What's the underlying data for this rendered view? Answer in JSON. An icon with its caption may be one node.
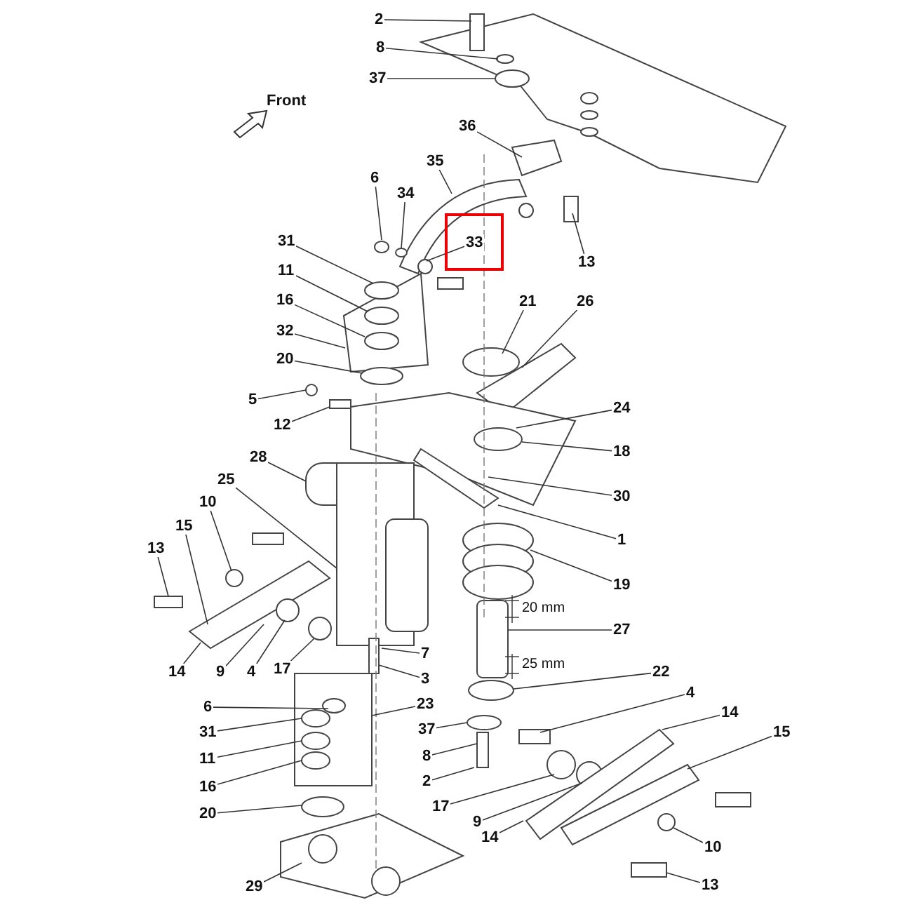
{
  "diagram": {
    "nodes": [
      {
        "text": [
          "2"
        ]
      },
      {
        "text": [
          "8"
        ]
      },
      {
        "text": [
          "37"
        ]
      },
      {
        "text": [
          "36"
        ]
      },
      {
        "text": [
          "35"
        ]
      },
      {
        "text": [
          "6"
        ]
      },
      {
        "text": [
          "34"
        ]
      },
      {
        "text": [
          "33"
        ]
      },
      {
        "text": [
          "13"
        ]
      },
      {
        "text": [
          "31"
        ]
      },
      {
        "text": [
          "11"
        ]
      },
      {
        "text": [
          "16"
        ]
      },
      {
        "text": [
          "32"
        ]
      },
      {
        "text": [
          "20"
        ]
      },
      {
        "text": [
          "21"
        ]
      },
      {
        "text": [
          "26"
        ]
      },
      {
        "text": [
          "5"
        ]
      },
      {
        "text": [
          "12"
        ]
      },
      {
        "text": [
          "24"
        ]
      },
      {
        "text": [
          "18"
        ]
      },
      {
        "text": [
          "28"
        ]
      },
      {
        "text": [
          "30"
        ]
      },
      {
        "text": [
          "25"
        ]
      },
      {
        "text": [
          "10"
        ]
      },
      {
        "text": [
          "15"
        ]
      },
      {
        "text": [
          "1"
        ]
      },
      {
        "text": [
          "13"
        ]
      },
      {
        "text": [
          "19"
        ]
      },
      {
        "text": [
          "27"
        ]
      },
      {
        "text": [
          "7"
        ]
      },
      {
        "text": [
          "3"
        ]
      },
      {
        "text": [
          "14"
        ]
      },
      {
        "text": [
          "9"
        ]
      },
      {
        "text": [
          "4"
        ]
      },
      {
        "text": [
          "17"
        ]
      },
      {
        "text": [
          "22"
        ]
      },
      {
        "text": [
          "6"
        ]
      },
      {
        "text": [
          "23"
        ]
      },
      {
        "text": [
          "4"
        ]
      },
      {
        "text": [
          "37"
        ]
      },
      {
        "text": [
          "14"
        ]
      },
      {
        "text": [
          "15"
        ]
      },
      {
        "text": [
          "31"
        ]
      },
      {
        "text": [
          "8"
        ]
      },
      {
        "text": [
          "11"
        ]
      },
      {
        "text": [
          "2"
        ]
      },
      {
        "text": [
          "16"
        ]
      },
      {
        "text": [
          "17"
        ]
      },
      {
        "text": [
          "9"
        ]
      },
      {
        "text": [
          "20"
        ]
      },
      {
        "text": [
          "14"
        ]
      },
      {
        "text": [
          "10"
        ]
      },
      {
        "text": [
          "29"
        ]
      },
      {
        "text": [
          "13"
        ]
      }
    ],
    "edges": [
      {
        "from": 0,
        "to": null,
        "arrow": "none"
      },
      {
        "from": 1,
        "to": null,
        "arrow": "none"
      },
      {
        "from": 2,
        "to": null,
        "arrow": "none"
      },
      {
        "from": 3,
        "to": null,
        "arrow": "none"
      },
      {
        "from": 4,
        "to": null,
        "arrow": "none"
      },
      {
        "from": 5,
        "to": null,
        "arrow": "none"
      },
      {
        "from": 6,
        "to": null,
        "arrow": "none"
      },
      {
        "from": 7,
        "to": null,
        "arrow": "none"
      },
      {
        "from": 8,
        "to": null,
        "arrow": "none"
      },
      {
        "from": 9,
        "to": null,
        "arrow": "none"
      },
      {
        "from": 10,
        "to": null,
        "arrow": "none"
      },
      {
        "from": 11,
        "to": null,
        "arrow": "none"
      },
      {
        "from": 12,
        "to": null,
        "arrow": "none"
      },
      {
        "from": 13,
        "to": null,
        "arrow": "none"
      },
      {
        "from": 14,
        "to": null,
        "arrow": "none"
      },
      {
        "from": 15,
        "to": null,
        "arrow": "none"
      },
      {
        "from": 16,
        "to": null,
        "arrow": "none"
      },
      {
        "from": 17,
        "to": null,
        "arrow": "none"
      },
      {
        "from": 18,
        "to": null,
        "arrow": "none"
      },
      {
        "from": 19,
        "to": null,
        "arrow": "none"
      },
      {
        "from": 20,
        "to": null,
        "arrow": "none"
      },
      {
        "from": 21,
        "to": null,
        "arrow": "none"
      },
      {
        "from": 22,
        "to": null,
        "arrow": "none"
      },
      {
        "from": 23,
        "to": null,
        "arrow": "none"
      },
      {
        "from": 24,
        "to": null,
        "arrow": "none"
      },
      {
        "from": 25,
        "to": null,
        "arrow": "none"
      },
      {
        "from": 26,
        "to": null,
        "arrow": "none"
      },
      {
        "from": 27,
        "to": null,
        "arrow": "none"
      },
      {
        "from": 28,
        "to": null,
        "arrow": "none"
      },
      {
        "from": 29,
        "to": null,
        "arrow": "none"
      },
      {
        "from": 30,
        "to": null,
        "arrow": "none"
      },
      {
        "from": 31,
        "to": null,
        "arrow": "none"
      },
      {
        "from": 32,
        "to": null,
        "arrow": "none"
      },
      {
        "from": 33,
        "to": null,
        "arrow": "none"
      },
      {
        "from": 34,
        "to": null,
        "arrow": "none"
      },
      {
        "from": 35,
        "to": null,
        "arrow": "none"
      },
      {
        "from": 36,
        "to": null,
        "arrow": "none"
      },
      {
        "from": 37,
        "to": null,
        "arrow": "none"
      },
      {
        "from": 38,
        "to": null,
        "arrow": "none"
      },
      {
        "from": 39,
        "to": null,
        "arrow": "none"
      },
      {
        "from": 40,
        "to": null,
        "arrow": "none"
      },
      {
        "from": 41,
        "to": null,
        "arrow": "none"
      },
      {
        "from": 42,
        "to": null,
        "arrow": "none"
      },
      {
        "from": 43,
        "to": null,
        "arrow": "none"
      },
      {
        "from": 44,
        "to": null,
        "arrow": "none"
      },
      {
        "from": 45,
        "to": null,
        "arrow": "none"
      },
      {
        "from": 46,
        "to": null,
        "arrow": "none"
      },
      {
        "from": 47,
        "to": null,
        "arrow": "none"
      },
      {
        "from": 48,
        "to": null,
        "arrow": "none"
      },
      {
        "from": 49,
        "to": null,
        "arrow": "none"
      },
      {
        "from": 50,
        "to": null,
        "arrow": "none"
      },
      {
        "from": 51,
        "to": null,
        "arrow": "none"
      },
      {
        "from": 52,
        "to": null,
        "arrow": "none"
      },
      {
        "from": 53,
        "to": null,
        "arrow": "none"
      }
    ],
    "labels": [
      "Front",
      "20 mm",
      "25 mm"
    ]
  }
}
